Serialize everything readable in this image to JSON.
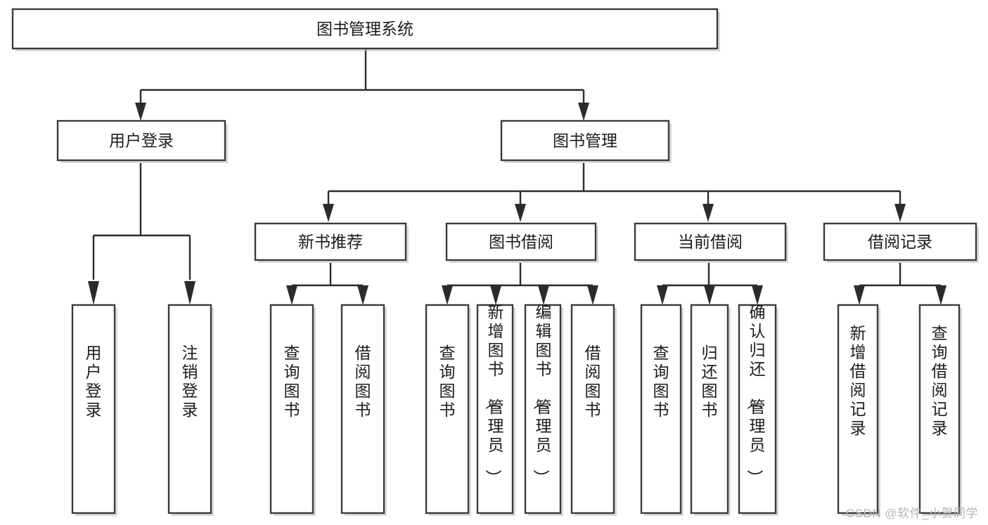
{
  "diagram": {
    "type": "tree-hierarchy-chart",
    "title": "图书管理系统",
    "root": {
      "id": "root",
      "label": "图书管理系统",
      "orientation": "horizontal"
    },
    "level2": [
      {
        "id": "user-login",
        "label": "用户登录",
        "orientation": "horizontal"
      },
      {
        "id": "book-manage",
        "label": "图书管理",
        "orientation": "horizontal"
      }
    ],
    "level3": [
      {
        "id": "new-book-recommend",
        "label": "新书推荐",
        "parent": "book-manage",
        "orientation": "horizontal"
      },
      {
        "id": "book-borrow",
        "label": "图书借阅",
        "parent": "book-manage",
        "orientation": "horizontal"
      },
      {
        "id": "current-borrow",
        "label": "当前借阅",
        "parent": "book-manage",
        "orientation": "horizontal"
      },
      {
        "id": "borrow-record",
        "label": "借阅记录",
        "parent": "book-manage",
        "orientation": "horizontal"
      }
    ],
    "leaves": [
      {
        "id": "leaf-user-login",
        "label": "用户登录",
        "parent": "user-login",
        "orientation": "vertical"
      },
      {
        "id": "leaf-user-logout",
        "label": "注销登录",
        "parent": "user-login",
        "orientation": "vertical"
      },
      {
        "id": "leaf-query-book-1",
        "label": "查询图书",
        "parent": "new-book-recommend",
        "orientation": "vertical"
      },
      {
        "id": "leaf-borrow-book-1",
        "label": "借阅图书",
        "parent": "new-book-recommend",
        "orientation": "vertical"
      },
      {
        "id": "leaf-query-book-2",
        "label": "查询图书",
        "parent": "book-borrow",
        "orientation": "vertical"
      },
      {
        "id": "leaf-add-book",
        "label": "新增图书（管理员）",
        "parent": "book-borrow",
        "orientation": "vertical"
      },
      {
        "id": "leaf-edit-book",
        "label": "编辑图书（管理员）",
        "parent": "book-borrow",
        "orientation": "vertical"
      },
      {
        "id": "leaf-borrow-book-2",
        "label": "借阅图书",
        "parent": "book-borrow",
        "orientation": "vertical"
      },
      {
        "id": "leaf-query-book-3",
        "label": "查询图书",
        "parent": "current-borrow",
        "orientation": "vertical"
      },
      {
        "id": "leaf-return-book",
        "label": "归还图书",
        "parent": "current-borrow",
        "orientation": "vertical"
      },
      {
        "id": "leaf-confirm-return",
        "label": "确认归还（管理员）",
        "parent": "current-borrow",
        "orientation": "vertical"
      },
      {
        "id": "leaf-add-record",
        "label": "新增借阅记录",
        "parent": "borrow-record",
        "orientation": "vertical"
      },
      {
        "id": "leaf-query-record",
        "label": "查询借阅记录",
        "parent": "borrow-record",
        "orientation": "vertical"
      }
    ]
  },
  "watermark": {
    "text": "CSDN @软件_小贺同学"
  },
  "colors": {
    "box_border": "#3b3b3b",
    "box_fill": "#ffffff",
    "connector": "#2b2b2b",
    "text": "#1c1c1c",
    "watermark": "#b5b5b5",
    "background": "#ffffff"
  }
}
